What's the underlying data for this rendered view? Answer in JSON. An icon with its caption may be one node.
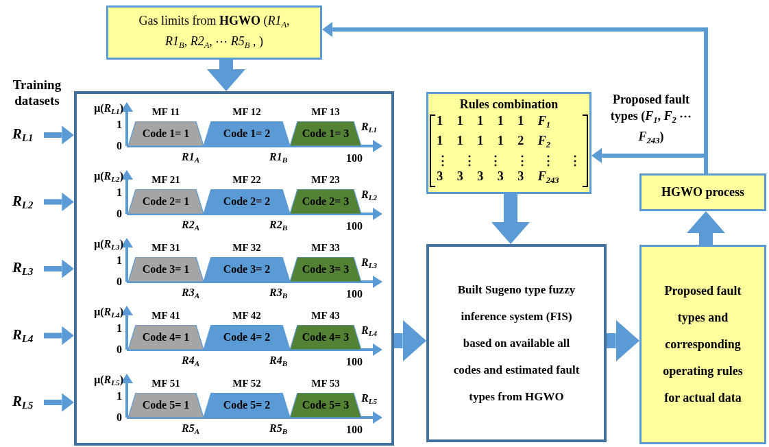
{
  "diagram": {
    "nodes": [
      {
        "text": [
          "Gas limits from **HGWO** (*R1*$_{A}$, *R1*$_{B}$, *R2*$_{A}$, ⋯ *R5*$_{B}$ , )"
        ]
      },
      {
        "text": [],
        "shape": "box"
      },
      {
        "text": [
          "Code 1= 1"
        ],
        "in": 1,
        "beside": [
          "MF 11"
        ]
      },
      {
        "text": [
          "Code 1= 2"
        ],
        "in": 1,
        "beside": [
          "MF 12"
        ]
      },
      {
        "text": [
          "Code 1= 3"
        ],
        "in": 1,
        "beside": [
          "MF 13"
        ]
      },
      {
        "text": [
          "Code 2= 1"
        ],
        "in": 1,
        "beside": [
          "MF 21"
        ]
      },
      {
        "text": [
          "Code 2= 2"
        ],
        "in": 1,
        "beside": [
          "MF 22"
        ]
      },
      {
        "text": [
          "Code 2= 3"
        ],
        "in": 1,
        "beside": [
          "MF 23"
        ]
      },
      {
        "text": [
          "Code 3= 1"
        ],
        "in": 1,
        "beside": [
          "MF 31"
        ]
      },
      {
        "text": [
          "Code 3= 2"
        ],
        "in": 1,
        "beside": [
          "MF 32"
        ]
      },
      {
        "text": [
          "Code 3= 3"
        ],
        "in": 1,
        "beside": [
          "MF 33"
        ]
      },
      {
        "text": [
          "Code 4= 1"
        ],
        "in": 1,
        "beside": [
          "MF 41"
        ]
      },
      {
        "text": [
          "Code 4= 2"
        ],
        "in": 1,
        "beside": [
          "MF 42"
        ]
      },
      {
        "text": [
          "Code 4= 3"
        ],
        "in": 1,
        "beside": [
          "MF 43"
        ]
      },
      {
        "text": [
          "Code 5= 1"
        ],
        "in": 1,
        "beside": [
          "MF 51"
        ]
      },
      {
        "text": [
          "Code 5= 2"
        ],
        "in": 1,
        "beside": [
          "MF 52"
        ]
      },
      {
        "text": [
          "Code 5= 3"
        ],
        "in": 1,
        "beside": [
          "MF 53"
        ]
      },
      {
        "text": [
          "*R*$_{L1}$"
        ]
      },
      {
        "text": [
          "*R*$_{L2}$"
        ]
      },
      {
        "text": [
          "*R*$_{L3}$"
        ]
      },
      {
        "text": [
          "*R*$_{L4}$"
        ]
      },
      {
        "text": [
          "*R*$_{L5}$"
        ]
      },
      {
        "text": [
          "Rules combination",
          "1 1 1 1 1 *F*$_{1}$",
          "1 1 1 1 2 *F*$_{2}$",
          "⋮ ⋮ ⋮ ⋮ ⋮ ⋮",
          "3 3 3 3 3 *F*$_{243}$"
        ]
      },
      {
        "text": [
          "Built Sugeno type fuzzy inference system (FIS) based on available all codes and estimated fault types from HGWO"
        ]
      },
      {
        "text": [
          "HGWO process"
        ]
      },
      {
        "text": [
          "Proposed fault types and corresponding operating rules for actual data"
        ]
      }
    ],
    "edges": [
      {
        "from": 24,
        "to": 0,
        "arrow": "to"
      },
      {
        "from": 24,
        "to": 22,
        "arrow": "to",
        "label": "Proposed fault types (*F*$_{1}$, *F*$_{2}$ ⋯ *F*$_{243}$)"
      },
      {
        "from": 0,
        "to": 1,
        "arrow": "to",
        "style": "thick"
      },
      {
        "from": 17,
        "to": 1,
        "arrow": "to"
      },
      {
        "from": 18,
        "to": 1,
        "arrow": "to"
      },
      {
        "from": 19,
        "to": 1,
        "arrow": "to"
      },
      {
        "from": 20,
        "to": 1,
        "arrow": "to"
      },
      {
        "from": 21,
        "to": 1,
        "arrow": "to"
      },
      {
        "from": 22,
        "to": 23,
        "arrow": "to",
        "style": "thick"
      },
      {
        "from": 1,
        "to": 23,
        "arrow": "to",
        "style": "thick"
      },
      {
        "from": 23,
        "to": 25,
        "arrow": "to",
        "style": "thick"
      },
      {
        "from": 25,
        "to": 24,
        "arrow": "to",
        "style": "thick"
      }
    ],
    "labels": [
      "Training datasets",
      "μ(*R*$_{L1}$)",
      "1",
      "*R*$_{L1}$",
      "0",
      "*R1*$_{A}$",
      "*R1*$_{B}$",
      "100",
      "μ(*R*$_{L2}$)",
      "1",
      "*R*$_{L2}$",
      "0",
      "*R2*$_{A}$",
      "*R2*$_{B}$",
      "100",
      "μ(*R*$_{L3}$)",
      "1",
      "*R*$_{L3}$",
      "0",
      "*R3*$_{A}$",
      "*R3*$_{B}$",
      "100",
      "μ(*R*$_{L4}$)",
      "1",
      "*R*$_{L4}$",
      "0",
      "*R4*$_{A}$",
      "*R4*$_{B}$",
      "100",
      "μ(*R*$_{L5}$)",
      "1",
      "*R*$_{L5}$",
      "0",
      "*R5*$_{A}$",
      "*R5*$_{B}$",
      "100"
    ]
  }
}
